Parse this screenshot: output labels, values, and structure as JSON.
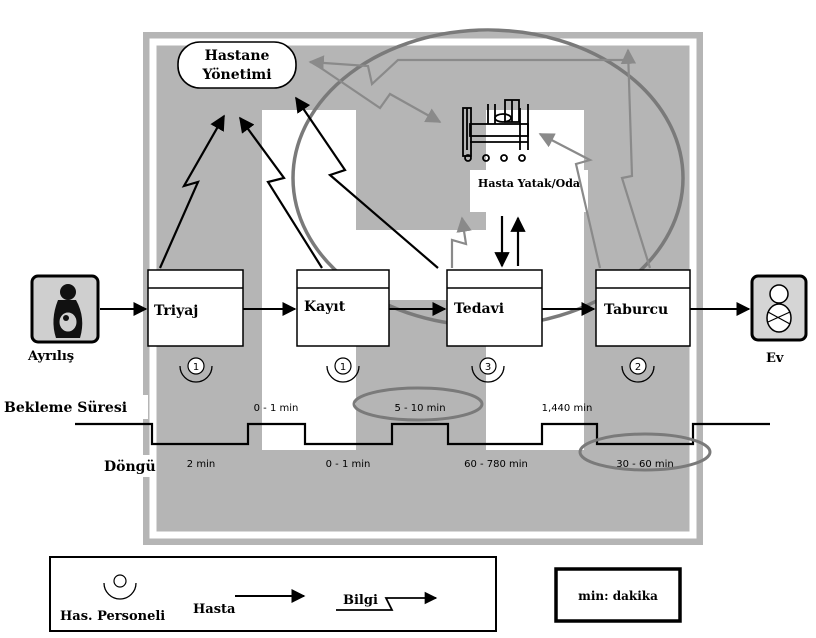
{
  "title": "",
  "management": {
    "line1": "Hastane",
    "line2": "Yönetimi"
  },
  "bed": {
    "label": "Hasta Yatak/Oda"
  },
  "steps": [
    {
      "label": "Triyaj",
      "staff": "1"
    },
    {
      "label": "Kayıt",
      "staff": "1"
    },
    {
      "label": "Tedavi",
      "staff": "3"
    },
    {
      "label": "Taburcu",
      "staff": "2"
    }
  ],
  "start": {
    "label": "Ayrılış"
  },
  "end": {
    "label": "Ev"
  },
  "timeline": {
    "wait_title": "Bekleme Süresi",
    "cycle_title": "Döngü",
    "wait_times": [
      "0 - 1 min",
      "5 - 10 min",
      "1,440 min"
    ],
    "cycle_times": [
      "2 min",
      "0 - 1 min",
      "60 - 780 min",
      "30 - 60 min"
    ]
  },
  "legend": {
    "staff": "Has. Personeli",
    "patient": "Hasta",
    "info": "Bilgi",
    "unit_note": "min: dakika"
  },
  "colors": {
    "gray_fill": "#b3b3b3",
    "info_arrow": "#888888",
    "ellipse": "#7a7a7a"
  }
}
